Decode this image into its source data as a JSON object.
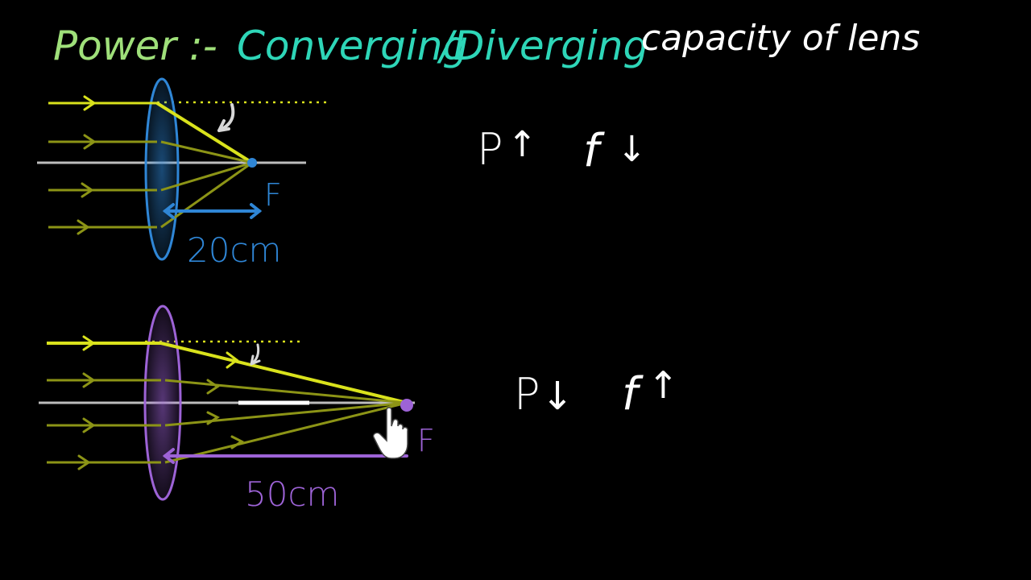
{
  "title": {
    "power": "Power :-",
    "converging": "Converging",
    "diverging": "/Diverging",
    "rest": "capacity of lens"
  },
  "lens1": {
    "focus_label": "F",
    "distance_label": "20cm"
  },
  "lens2": {
    "focus_label": "F",
    "distance_label": "50cm"
  },
  "relation1": {
    "p": "P",
    "p_arrow": "↑",
    "f": "f",
    "f_arrow": "↓"
  },
  "relation2": {
    "p": "P",
    "p_arrow": "↓",
    "f": "f",
    "f_arrow": "↑"
  },
  "colors": {
    "background": "#000000",
    "power": "#9fe07a",
    "teal": "#2ed6b8",
    "white": "#ffffff",
    "ray": "#d9e21c",
    "ray_dim": "#8c9416",
    "lens1": "#2f86d6",
    "lens2": "#9d63d6",
    "axis": "#bdbdbd"
  }
}
